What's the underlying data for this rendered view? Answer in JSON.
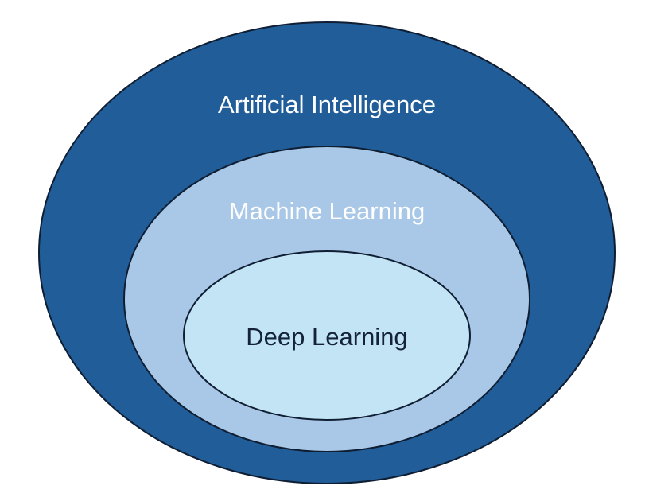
{
  "diagram": {
    "rings": [
      {
        "label": "Artificial Intelligence",
        "fill": "#215d98",
        "text_color": "#ffffff",
        "stroke": "#0f1e33"
      },
      {
        "label": "Machine Learning",
        "fill": "#a9c8e7",
        "text_color": "#ffffff",
        "stroke": "#0f1e33"
      },
      {
        "label": "Deep Learning",
        "fill": "#c3e4f4",
        "text_color": "#14233a",
        "stroke": "#0f1e33"
      }
    ]
  }
}
